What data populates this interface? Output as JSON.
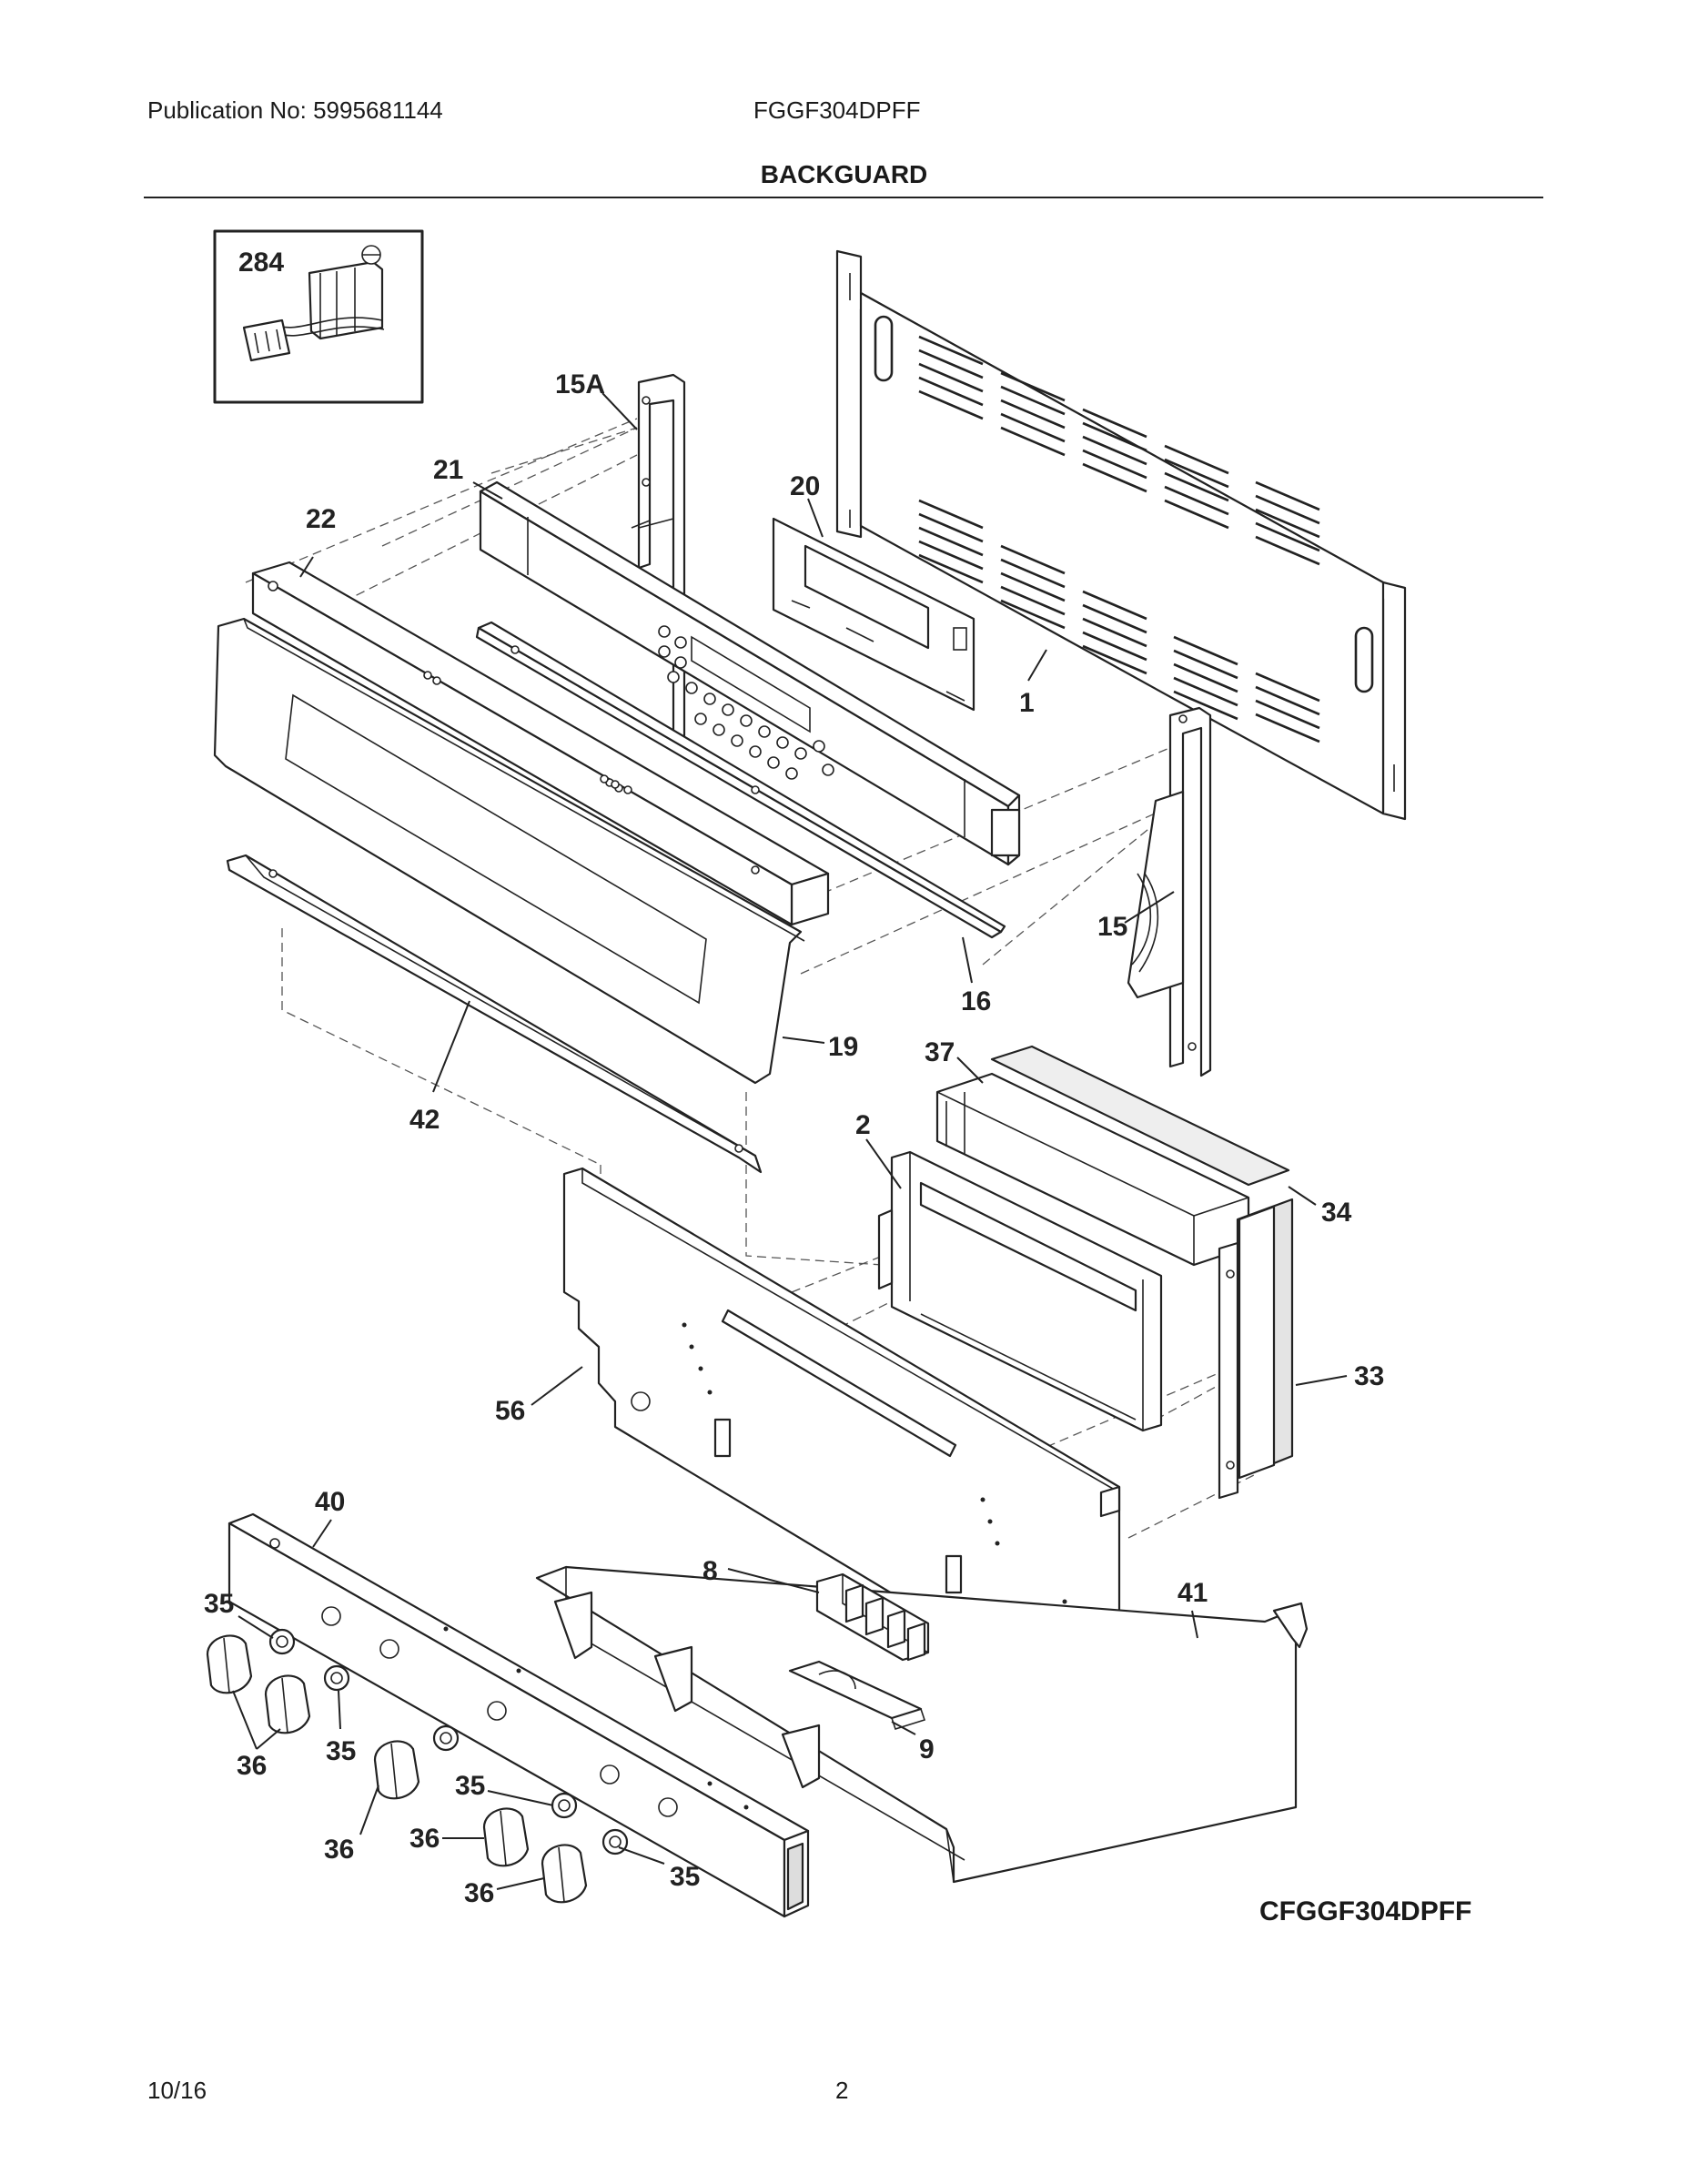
{
  "header": {
    "publication": "Publication No: 5995681144",
    "model": "FGGF304DPFF"
  },
  "section_title": "BACKGUARD",
  "diagram_code": "CFGGF304DPFF",
  "footer": {
    "date": "10/16",
    "page": "2"
  },
  "part_labels": {
    "p284": "284",
    "p15a": "15A",
    "p21": "21",
    "p20": "20",
    "p22": "22",
    "p1": "1",
    "p15": "15",
    "p16": "16",
    "p19": "19",
    "p42": "42",
    "p37": "37",
    "p2": "2",
    "p34": "34",
    "p33": "33",
    "p56": "56",
    "p40": "40",
    "p41": "41",
    "p8": "8",
    "p9": "9",
    "p35a": "35",
    "p35b": "35",
    "p35c": "35",
    "p35d": "35",
    "p36a": "36",
    "p36b": "36",
    "p36c": "36",
    "p36d": "36"
  }
}
